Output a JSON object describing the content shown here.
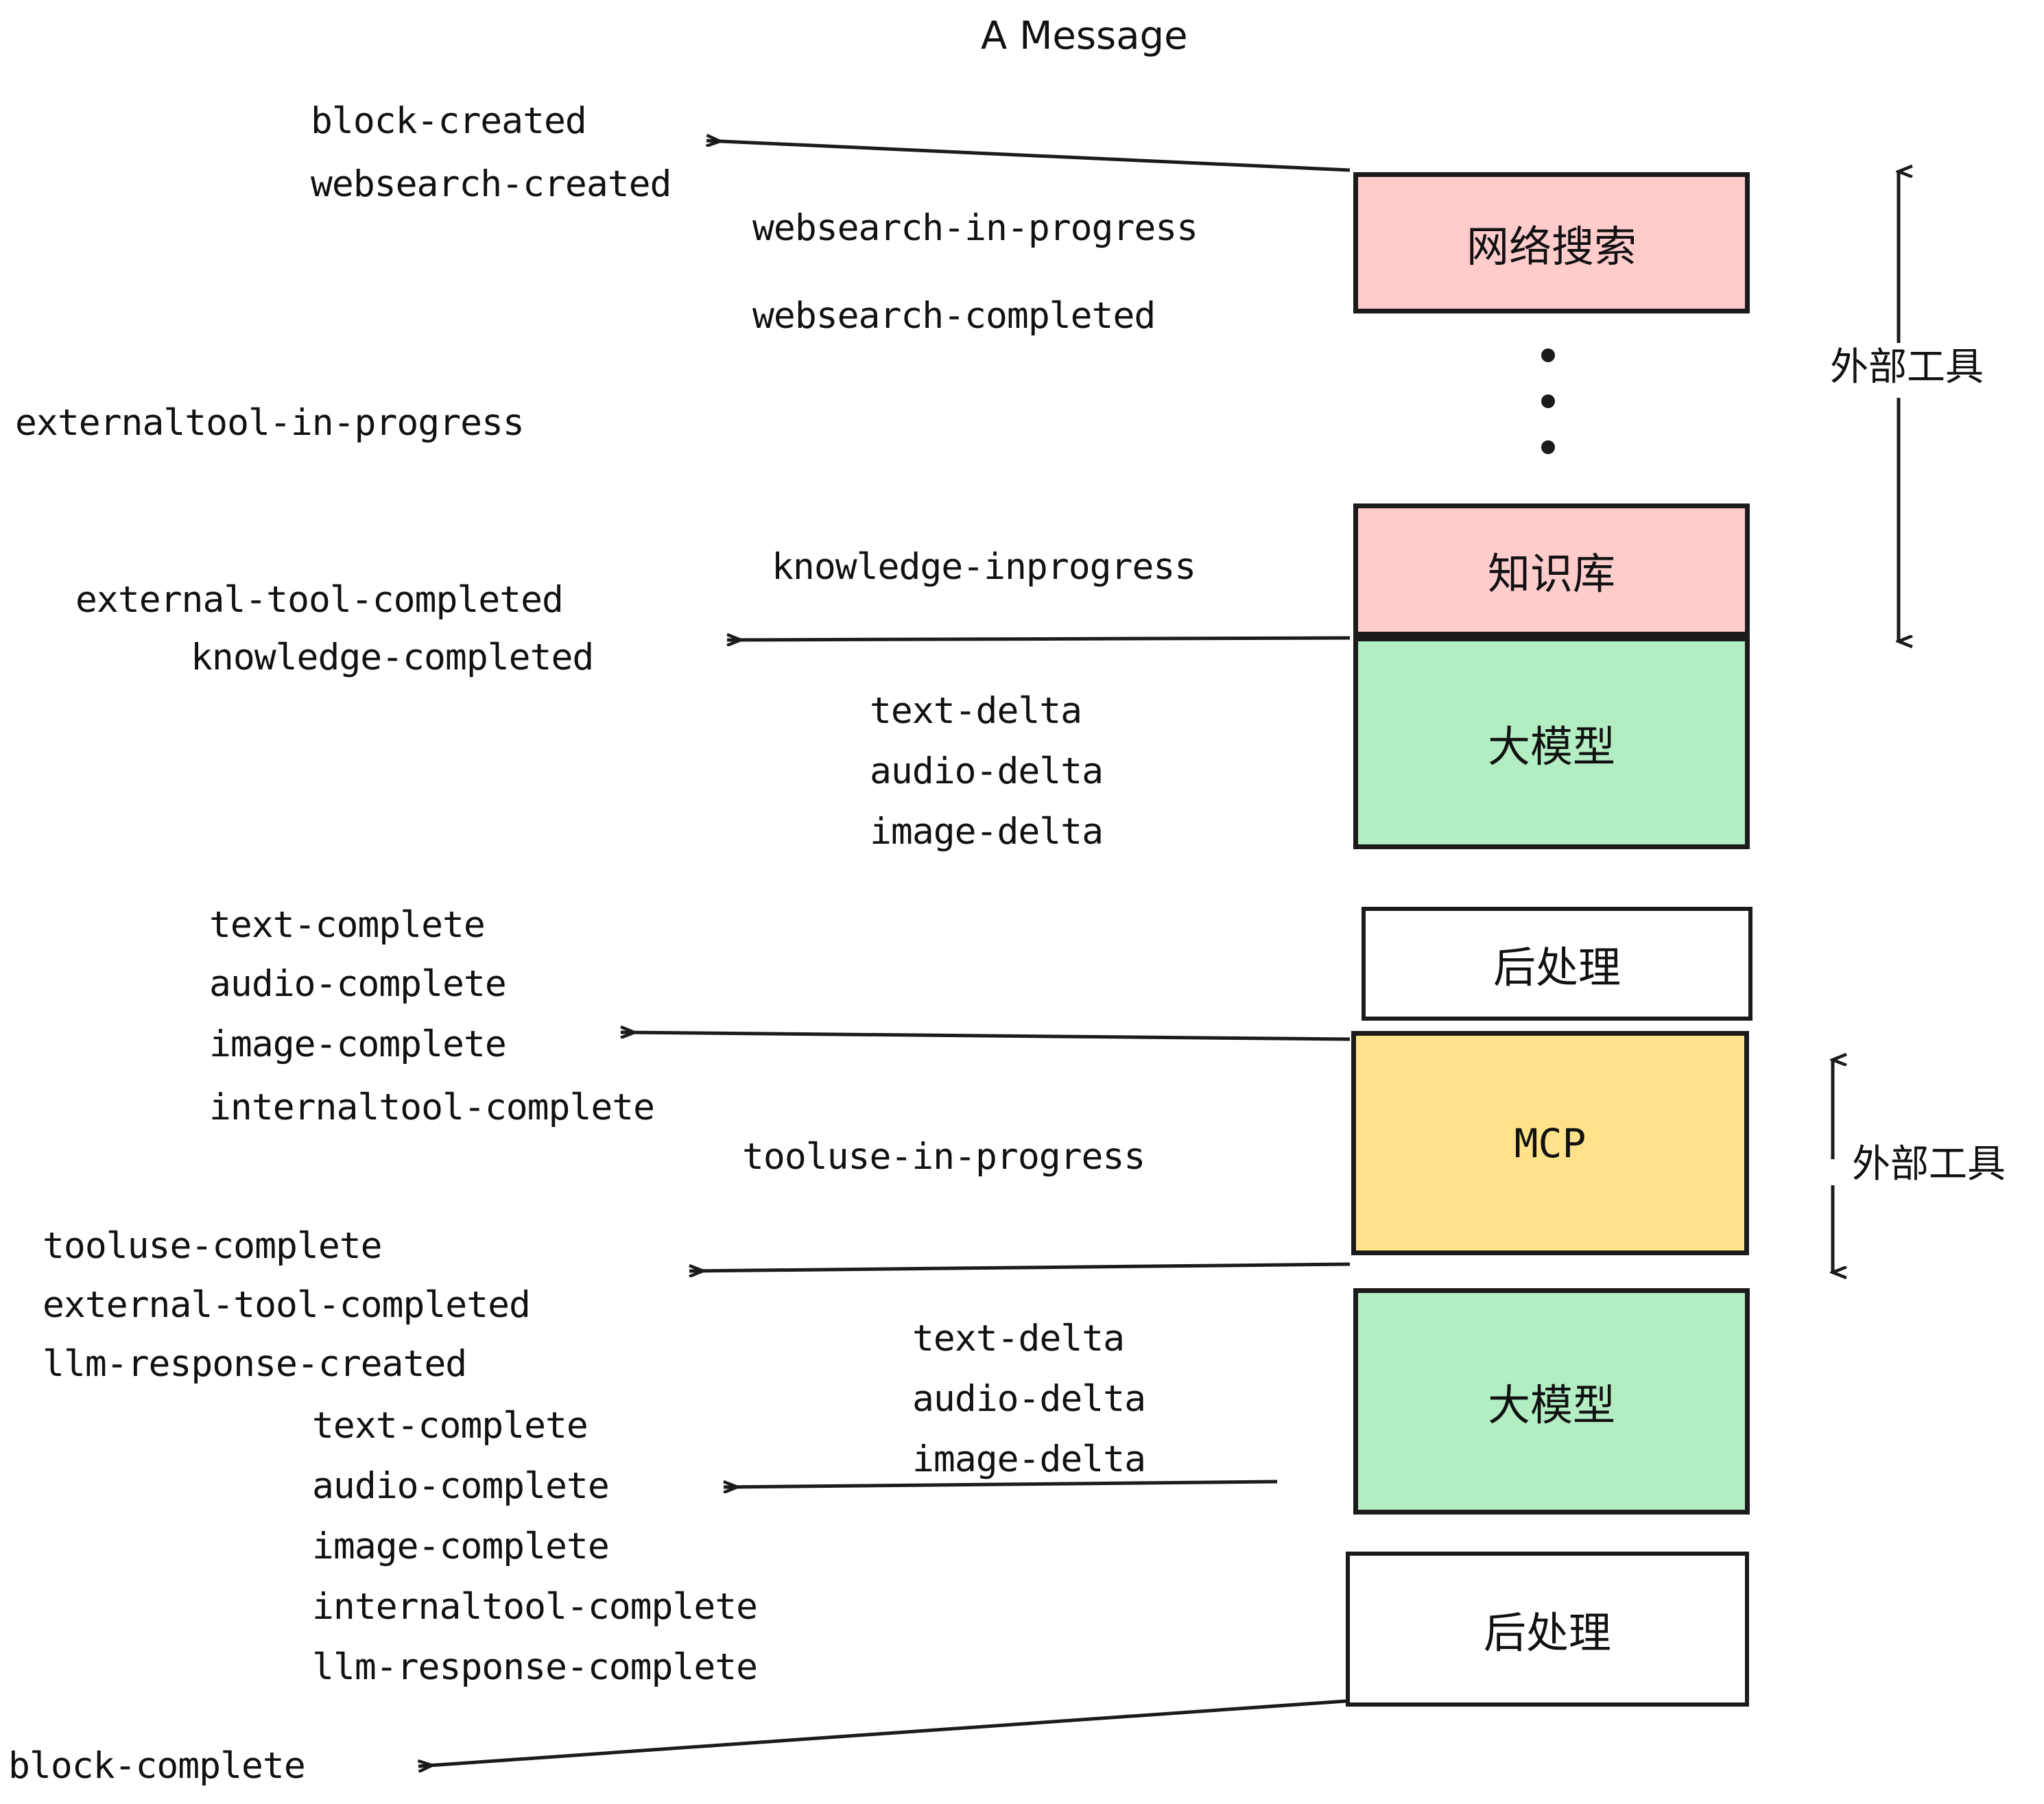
{
  "title": "A Message",
  "colors": {
    "pink": "#ffcccc",
    "green": "#b3eec2",
    "yellow": "#ffe28a",
    "white": "#ffffff",
    "stroke": "#1b1b1b",
    "text": "#111111"
  },
  "boxes": [
    {
      "id": "websearch",
      "label": "网络搜索",
      "fill": "#ffcccc"
    },
    {
      "id": "knowledgebase",
      "label": "知识库",
      "fill": "#ffcccc"
    },
    {
      "id": "llm-1",
      "label": "大模型",
      "fill": "#b3eec2"
    },
    {
      "id": "postprocess-1",
      "label": "后处理",
      "fill": "#ffffff"
    },
    {
      "id": "mcp",
      "label": "MCP",
      "fill": "#ffe28a"
    },
    {
      "id": "llm-2",
      "label": "大模型",
      "fill": "#b3eec2"
    },
    {
      "id": "postprocess-2",
      "label": "后处理",
      "fill": "#ffffff"
    }
  ],
  "side_labels": [
    {
      "id": "external-tools-top",
      "label": "外部工具"
    },
    {
      "id": "external-tools-bottom",
      "label": "外部工具"
    }
  ],
  "events": [
    {
      "id": "block-created",
      "text": "block-created"
    },
    {
      "id": "websearch-created",
      "text": "websearch-created"
    },
    {
      "id": "websearch-in-progress",
      "text": "websearch-in-progress"
    },
    {
      "id": "websearch-completed",
      "text": "websearch-completed"
    },
    {
      "id": "externaltool-in-progress",
      "text": "externaltool-in-progress"
    },
    {
      "id": "knowledge-inprogress",
      "text": "knowledge-inprogress"
    },
    {
      "id": "external-tool-completed-1",
      "text": "external-tool-completed"
    },
    {
      "id": "knowledge-completed",
      "text": "knowledge-completed"
    },
    {
      "id": "text-delta-1",
      "text": "text-delta"
    },
    {
      "id": "audio-delta-1",
      "text": "audio-delta"
    },
    {
      "id": "image-delta-1",
      "text": "image-delta"
    },
    {
      "id": "text-complete-1",
      "text": "text-complete"
    },
    {
      "id": "audio-complete-1",
      "text": "audio-complete"
    },
    {
      "id": "image-complete-1",
      "text": "image-complete"
    },
    {
      "id": "internaltool-complete-1",
      "text": "internaltool-complete"
    },
    {
      "id": "tooluse-in-progress",
      "text": "tooluse-in-progress"
    },
    {
      "id": "tooluse-complete",
      "text": "tooluse-complete"
    },
    {
      "id": "external-tool-completed-2",
      "text": "external-tool-completed"
    },
    {
      "id": "llm-response-created",
      "text": "llm-response-created"
    },
    {
      "id": "text-delta-2",
      "text": "text-delta"
    },
    {
      "id": "audio-delta-2",
      "text": "audio-delta"
    },
    {
      "id": "image-delta-2",
      "text": "image-delta"
    },
    {
      "id": "text-complete-2",
      "text": "text-complete"
    },
    {
      "id": "audio-complete-2",
      "text": "audio-complete"
    },
    {
      "id": "image-complete-2",
      "text": "image-complete"
    },
    {
      "id": "internaltool-complete-2",
      "text": "internaltool-complete"
    },
    {
      "id": "llm-response-complete",
      "text": "llm-response-complete"
    },
    {
      "id": "block-complete",
      "text": "block-complete"
    }
  ]
}
